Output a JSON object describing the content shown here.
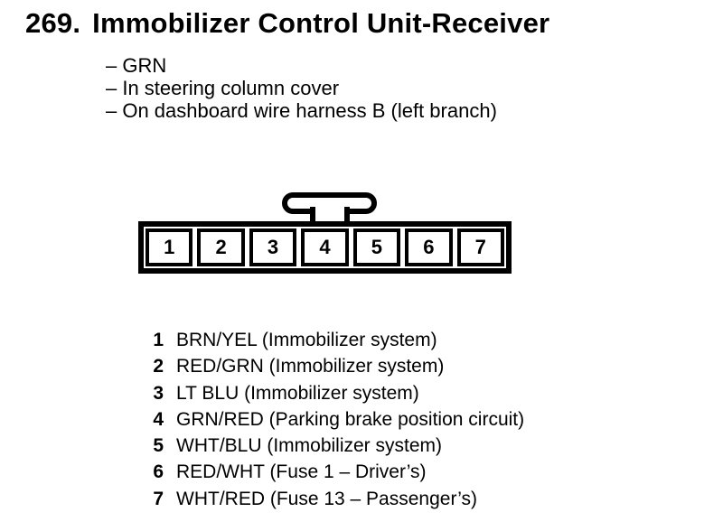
{
  "header": {
    "number": "269.",
    "title": "Immobilizer Control Unit-Receiver"
  },
  "details": {
    "items": [
      "– GRN",
      "– In steering column cover",
      "– On dashboard wire harness B (left branch)"
    ]
  },
  "connector": {
    "pins": [
      "1",
      "2",
      "3",
      "4",
      "5",
      "6",
      "7"
    ]
  },
  "pin_list": [
    {
      "pin": "1",
      "desc": "BRN/YEL (Immobilizer system)"
    },
    {
      "pin": "2",
      "desc": "RED/GRN (Immobilizer system)"
    },
    {
      "pin": "3",
      "desc": "LT BLU (Immobilizer system)"
    },
    {
      "pin": "4",
      "desc": "GRN/RED (Parking brake position circuit)"
    },
    {
      "pin": "5",
      "desc": "WHT/BLU (Immobilizer system)"
    },
    {
      "pin": "6",
      "desc": "RED/WHT (Fuse 1 – Driver’s)"
    },
    {
      "pin": "7",
      "desc": "WHT/RED (Fuse 13 – Passenger’s)"
    }
  ],
  "colors": {
    "ink": "#000000",
    "background": "#ffffff"
  }
}
